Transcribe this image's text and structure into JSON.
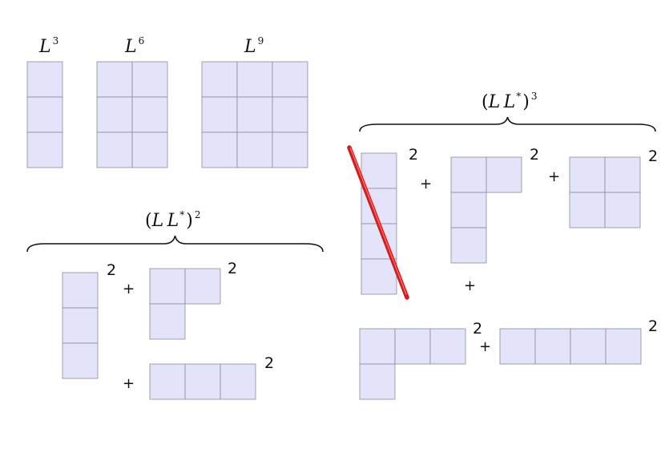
{
  "labels": {
    "l3_var": "L",
    "l3_exp": "3",
    "l6_var": "L",
    "l6_exp": "6",
    "l9_var": "L",
    "l9_exp": "9",
    "ll2_open": "(",
    "ll2_var1": "L",
    "ll2_var2": "L",
    "ll2_star": "*",
    "ll2_close": ")",
    "ll2_exp": "2",
    "ll3_open": "(",
    "ll3_var1": "L",
    "ll3_var2": "L",
    "ll3_star": "*",
    "ll3_close": ")",
    "ll3_exp": "3"
  },
  "multiplicity": "2",
  "plus_sign": "+",
  "colors": {
    "cell_fill": "#e3e3f9",
    "cell_stroke": "#8c8c9c",
    "strike_line": "#d41c1c"
  }
}
